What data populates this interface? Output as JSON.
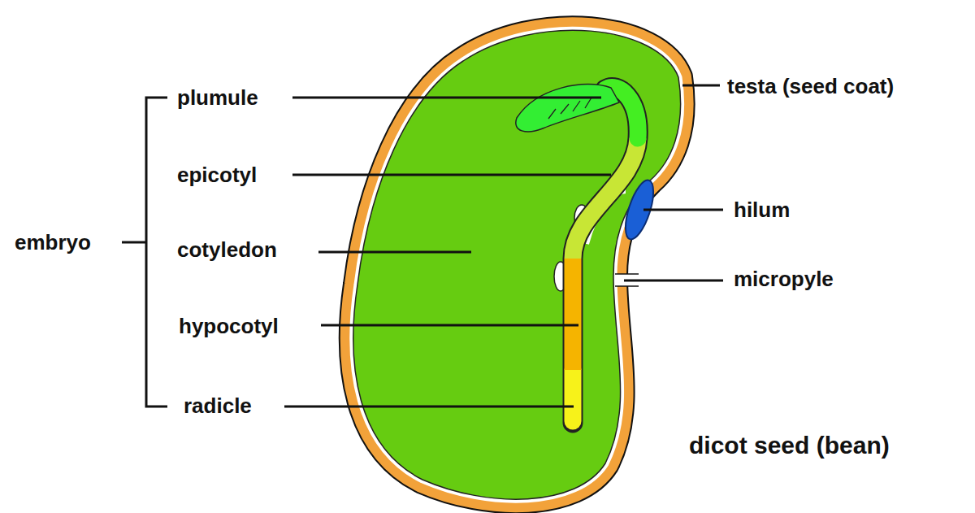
{
  "diagram": {
    "caption": "dicot seed (bean)",
    "labels": [
      "plumule",
      "epicotyl",
      "cotyledon",
      "hypocotyl",
      "radicle",
      "embryo",
      "testa (seed coat)",
      "hilum",
      "micropyle"
    ]
  }
}
